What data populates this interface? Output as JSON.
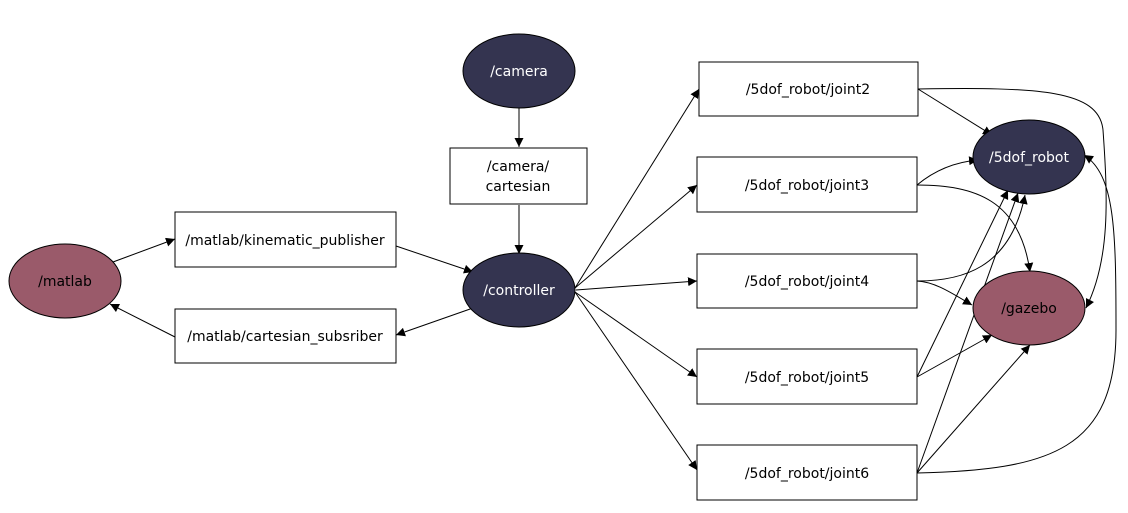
{
  "colors": {
    "node_dark": "#343450",
    "node_mauve": "#9a5a6a",
    "edge": "#000000",
    "background": "#ffffff"
  },
  "nodes": {
    "camera": "/camera",
    "matlab": "/matlab",
    "controller": "/controller",
    "robot": "/5dof_robot",
    "gazebo": "/gazebo"
  },
  "topics": {
    "camera_cartesian_line1": "/camera/",
    "camera_cartesian_line2": "cartesian",
    "kinematic_publisher": "/matlab/kinematic_publisher",
    "cartesian_subsriber": "/matlab/cartesian_subsriber",
    "joint2": "/5dof_robot/joint2",
    "joint3": "/5dof_robot/joint3",
    "joint4": "/5dof_robot/joint4",
    "joint5": "/5dof_robot/joint5",
    "joint6": "/5dof_robot/joint6"
  }
}
